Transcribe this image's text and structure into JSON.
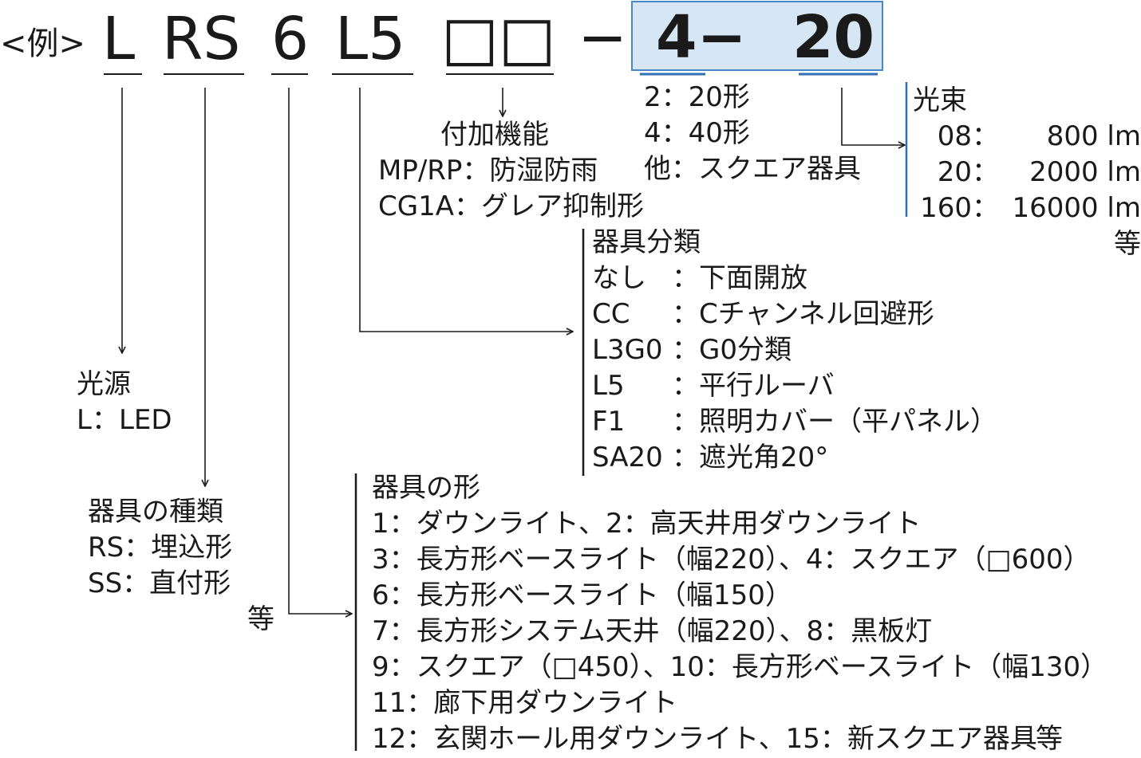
{
  "example_label": "<例>",
  "code": {
    "seg_L": "L",
    "seg_RS": "RS",
    "seg_6": "6",
    "seg_L5": "L5",
    "seg_boxes": "□□",
    "dash": "−",
    "seg_4": "4−",
    "seg_20": "20"
  },
  "size_block": {
    "lines": [
      "2：20形",
      "4：40形",
      "他：スクエア器具"
    ]
  },
  "lumen_block": {
    "title": "光束",
    "rows": [
      {
        "code": "08：",
        "value": "800 lm"
      },
      {
        "code": "20：",
        "value": "2000 lm"
      },
      {
        "code": "160：",
        "value": "16000 lm"
      }
    ],
    "etc": "等"
  },
  "option_block": {
    "title": "付加機能",
    "lines": [
      "MP/RP：防湿防雨",
      "CG1A：グレア抑制形"
    ]
  },
  "class_block": {
    "title": "器具分類",
    "rows": [
      {
        "code": "なし",
        "value": "：下面開放"
      },
      {
        "code": "CC",
        "value": "：Cチャンネル回避形"
      },
      {
        "code": "L3G0",
        "value": "：G0分類"
      },
      {
        "code": "L5",
        "value": "：平行ルーバ"
      },
      {
        "code": "F1",
        "value": "：照明カバー（平パネル）"
      },
      {
        "code": "SA20",
        "value": "：遮光角20°"
      }
    ]
  },
  "light_source_block": {
    "title": "光源",
    "lines": [
      "L：LED"
    ]
  },
  "type_block": {
    "title": "器具の種類",
    "lines": [
      "RS：埋込形",
      "SS：直付形"
    ],
    "etc": "等"
  },
  "shape_block": {
    "title": "器具の形",
    "lines": [
      "1：ダウンライト、2：高天井用ダウンライト",
      "3：長方形ベースライト（幅220）、4：スクエア（□600）",
      "6：長方形ベースライト（幅150）",
      "7：長方形システム天井（幅220）、8：黒板灯",
      "9：スクエア（□450）、10：長方形ベースライト（幅130）",
      "11：廊下用ダウンライト",
      "12：玄関ホール用ダウンライト、15：新スクエア器具"
    ],
    "etc": "等"
  },
  "colors": {
    "text": "#1a1a1a",
    "highlight_fill": "#d6e6f4",
    "highlight_border": "#4a86c5",
    "blue_line": "#2e6fb5"
  }
}
